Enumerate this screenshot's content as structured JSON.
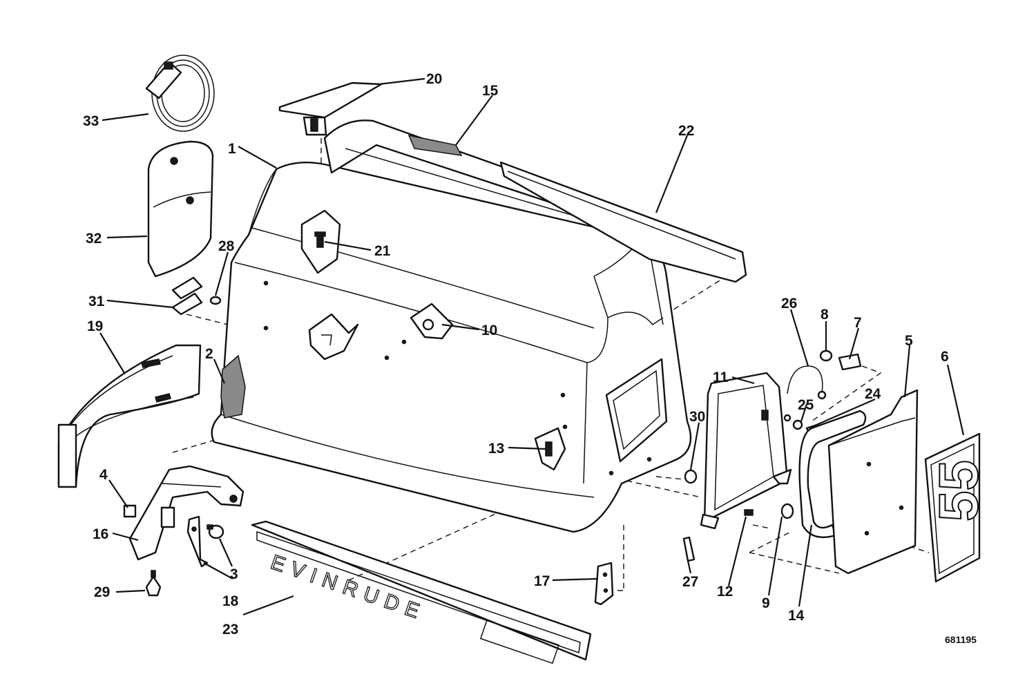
{
  "diagram": {
    "drawing_number": "681195",
    "brand_decal_text": "EVINRUDE",
    "side_decal_number": "55",
    "callouts": [
      {
        "id": "c1",
        "label": "1"
      },
      {
        "id": "c2",
        "label": "2"
      },
      {
        "id": "c3",
        "label": "3"
      },
      {
        "id": "c4",
        "label": "4"
      },
      {
        "id": "c5",
        "label": "5"
      },
      {
        "id": "c6",
        "label": "6"
      },
      {
        "id": "c7",
        "label": "7"
      },
      {
        "id": "c8",
        "label": "8"
      },
      {
        "id": "c9",
        "label": "9"
      },
      {
        "id": "c10",
        "label": "10"
      },
      {
        "id": "c11",
        "label": "11"
      },
      {
        "id": "c12",
        "label": "12"
      },
      {
        "id": "c13",
        "label": "13"
      },
      {
        "id": "c14",
        "label": "14"
      },
      {
        "id": "c15",
        "label": "15"
      },
      {
        "id": "c16",
        "label": "16"
      },
      {
        "id": "c17",
        "label": "17"
      },
      {
        "id": "c18",
        "label": "18"
      },
      {
        "id": "c19",
        "label": "19"
      },
      {
        "id": "c20",
        "label": "20"
      },
      {
        "id": "c21",
        "label": "21"
      },
      {
        "id": "c22",
        "label": "22"
      },
      {
        "id": "c23",
        "label": "23"
      },
      {
        "id": "c24",
        "label": "24"
      },
      {
        "id": "c25",
        "label": "25"
      },
      {
        "id": "c26",
        "label": "26"
      },
      {
        "id": "c27",
        "label": "27"
      },
      {
        "id": "c28",
        "label": "28"
      },
      {
        "id": "c29",
        "label": "29"
      },
      {
        "id": "c30",
        "label": "30"
      },
      {
        "id": "c31",
        "label": "31"
      },
      {
        "id": "c32",
        "label": "32"
      },
      {
        "id": "c33",
        "label": "33"
      }
    ]
  }
}
